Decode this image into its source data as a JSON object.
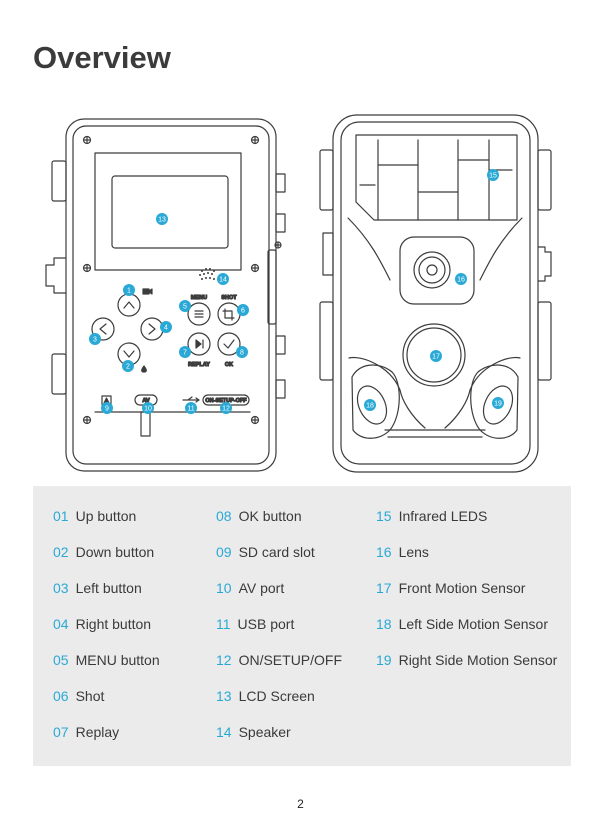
{
  "title": "Overview",
  "page_number": "2",
  "colors": {
    "accent": "#2aa9d6",
    "legend_bg": "#ebebeb",
    "line": "#3c3c3c"
  },
  "device_labels": {
    "menu": "MENU",
    "shot": "SHOT",
    "replay": "REPLAY",
    "ok": "OK",
    "av": "AV",
    "power": "ON-SETUP-OFF"
  },
  "legend": [
    {
      "num": "01",
      "label": "Up button"
    },
    {
      "num": "02",
      "label": "Down button"
    },
    {
      "num": "03",
      "label": "Left button"
    },
    {
      "num": "04",
      "label": "Right button"
    },
    {
      "num": "05",
      "label": "MENU button"
    },
    {
      "num": "06",
      "label": "Shot"
    },
    {
      "num": "07",
      "label": "Replay"
    },
    {
      "num": "08",
      "label": "OK button"
    },
    {
      "num": "09",
      "label": "SD card slot"
    },
    {
      "num": "10",
      "label": "AV port"
    },
    {
      "num": "11",
      "label": "USB port"
    },
    {
      "num": "12",
      "label": "ON/SETUP/OFF"
    },
    {
      "num": "13",
      "label": "LCD Screen"
    },
    {
      "num": "14",
      "label": "Speaker"
    },
    {
      "num": "15",
      "label": "Infrared LEDS"
    },
    {
      "num": "16",
      "label": "Lens"
    },
    {
      "num": "17",
      "label": "Front Motion Sensor"
    },
    {
      "num": "18",
      "label": "Left Side Motion Sensor"
    },
    {
      "num": "19",
      "label": "Right Side Motion Sensor"
    }
  ],
  "callouts": [
    "1",
    "2",
    "3",
    "4",
    "5",
    "6",
    "7",
    "8",
    "9",
    "10",
    "11",
    "12",
    "13",
    "14",
    "15",
    "16",
    "17",
    "18",
    "19"
  ]
}
